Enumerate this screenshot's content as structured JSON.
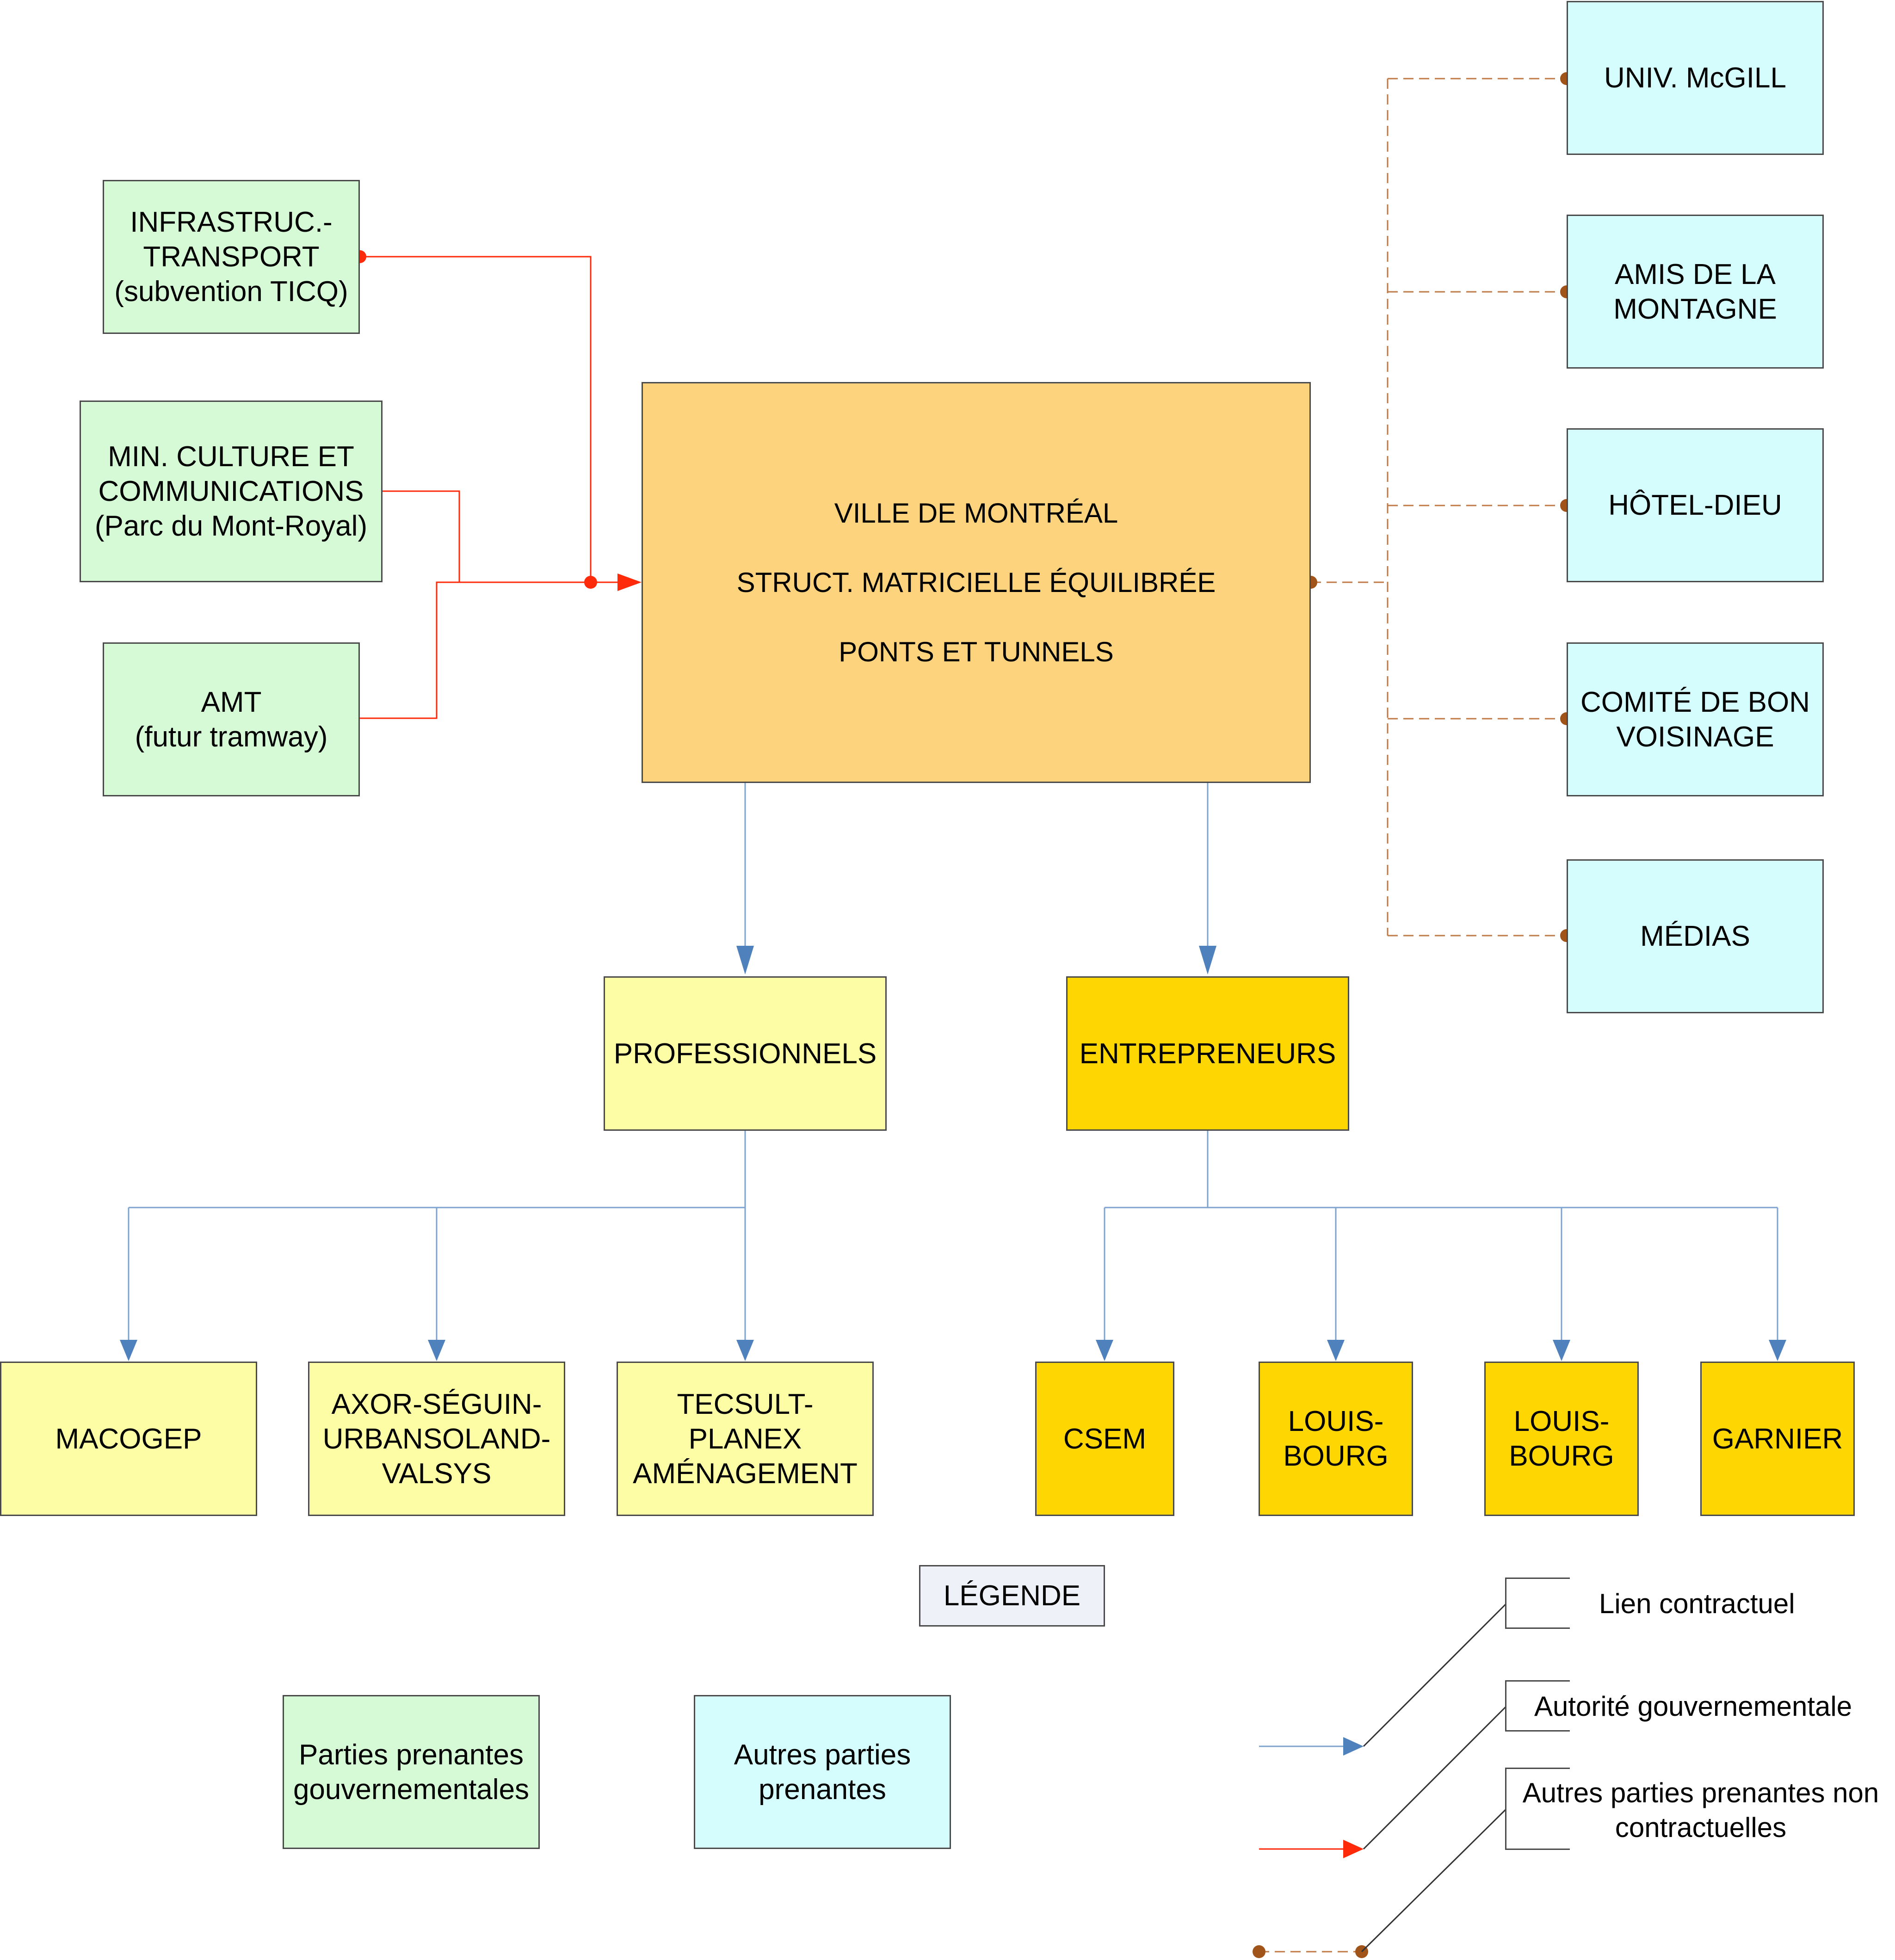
{
  "government_parties": [
    {
      "id": "infrastruc",
      "lines": [
        "INFRASTRUC.-",
        "TRANSPORT",
        "(subvention TICQ)"
      ]
    },
    {
      "id": "min-culture",
      "lines": [
        "MIN. CULTURE ET",
        "COMMUNICATIONS",
        "(Parc du Mont-Royal)"
      ]
    },
    {
      "id": "amt",
      "lines": [
        "AMT",
        "(futur tramway)"
      ]
    }
  ],
  "city": {
    "lines": [
      "VILLE DE MONTRÉAL",
      "STRUCT. MATRICIELLE ÉQUILIBRÉE",
      "PONTS ET TUNNELS"
    ]
  },
  "other_parties": [
    {
      "id": "mcgill",
      "lines": [
        "UNIV. McGILL"
      ]
    },
    {
      "id": "amis",
      "lines": [
        "AMIS DE LA",
        "MONTAGNE"
      ]
    },
    {
      "id": "hotel-dieu",
      "lines": [
        "HÔTEL-DIEU"
      ]
    },
    {
      "id": "comite",
      "lines": [
        "COMITÉ DE BON",
        "VOISINAGE"
      ]
    },
    {
      "id": "medias",
      "lines": [
        "MÉDIAS"
      ]
    }
  ],
  "groups": {
    "professionnels": {
      "label": "PROFESSIONNELS"
    },
    "entrepreneurs": {
      "label": "ENTREPRENEURS"
    }
  },
  "professionals": [
    {
      "id": "macogep",
      "lines": [
        "MACOGEP"
      ]
    },
    {
      "id": "axor",
      "lines": [
        "AXOR-SÉGUIN-",
        "URBANSOLAND-",
        "VALSYS"
      ]
    },
    {
      "id": "tecsult",
      "lines": [
        "TECSULT-",
        "PLANEX",
        "AMÉNAGEMENT"
      ]
    }
  ],
  "contractors": [
    {
      "id": "csem",
      "lines": [
        "CSEM"
      ]
    },
    {
      "id": "louisbourg-1",
      "lines": [
        "LOUIS-",
        "BOURG"
      ]
    },
    {
      "id": "louisbourg-2",
      "lines": [
        "LOUIS-",
        "BOURG"
      ]
    },
    {
      "id": "garnier",
      "lines": [
        "GARNIER"
      ]
    }
  ],
  "legend": {
    "title": "LÉGENDE",
    "gov_swatch": [
      "Parties prenantes",
      "gouvernementales"
    ],
    "other_swatch": [
      "Autres parties",
      "prenantes"
    ],
    "contract_link": [
      "Lien contractuel"
    ],
    "gov_authority": [
      "Autorité gouvernementale"
    ],
    "non_contract": [
      "Autres parties prenantes non",
      "contractuelles"
    ]
  },
  "colors": {
    "contract_line": "#4f81bd",
    "gov_line": "#ff2a0a",
    "other_line": "#a0541a",
    "gov_fill": "#d5fad5",
    "other_fill": "#d5fdfd",
    "city_fill": "#fdd47d",
    "pro_fill": "#fdfda5",
    "ent_fill": "#fed601"
  }
}
